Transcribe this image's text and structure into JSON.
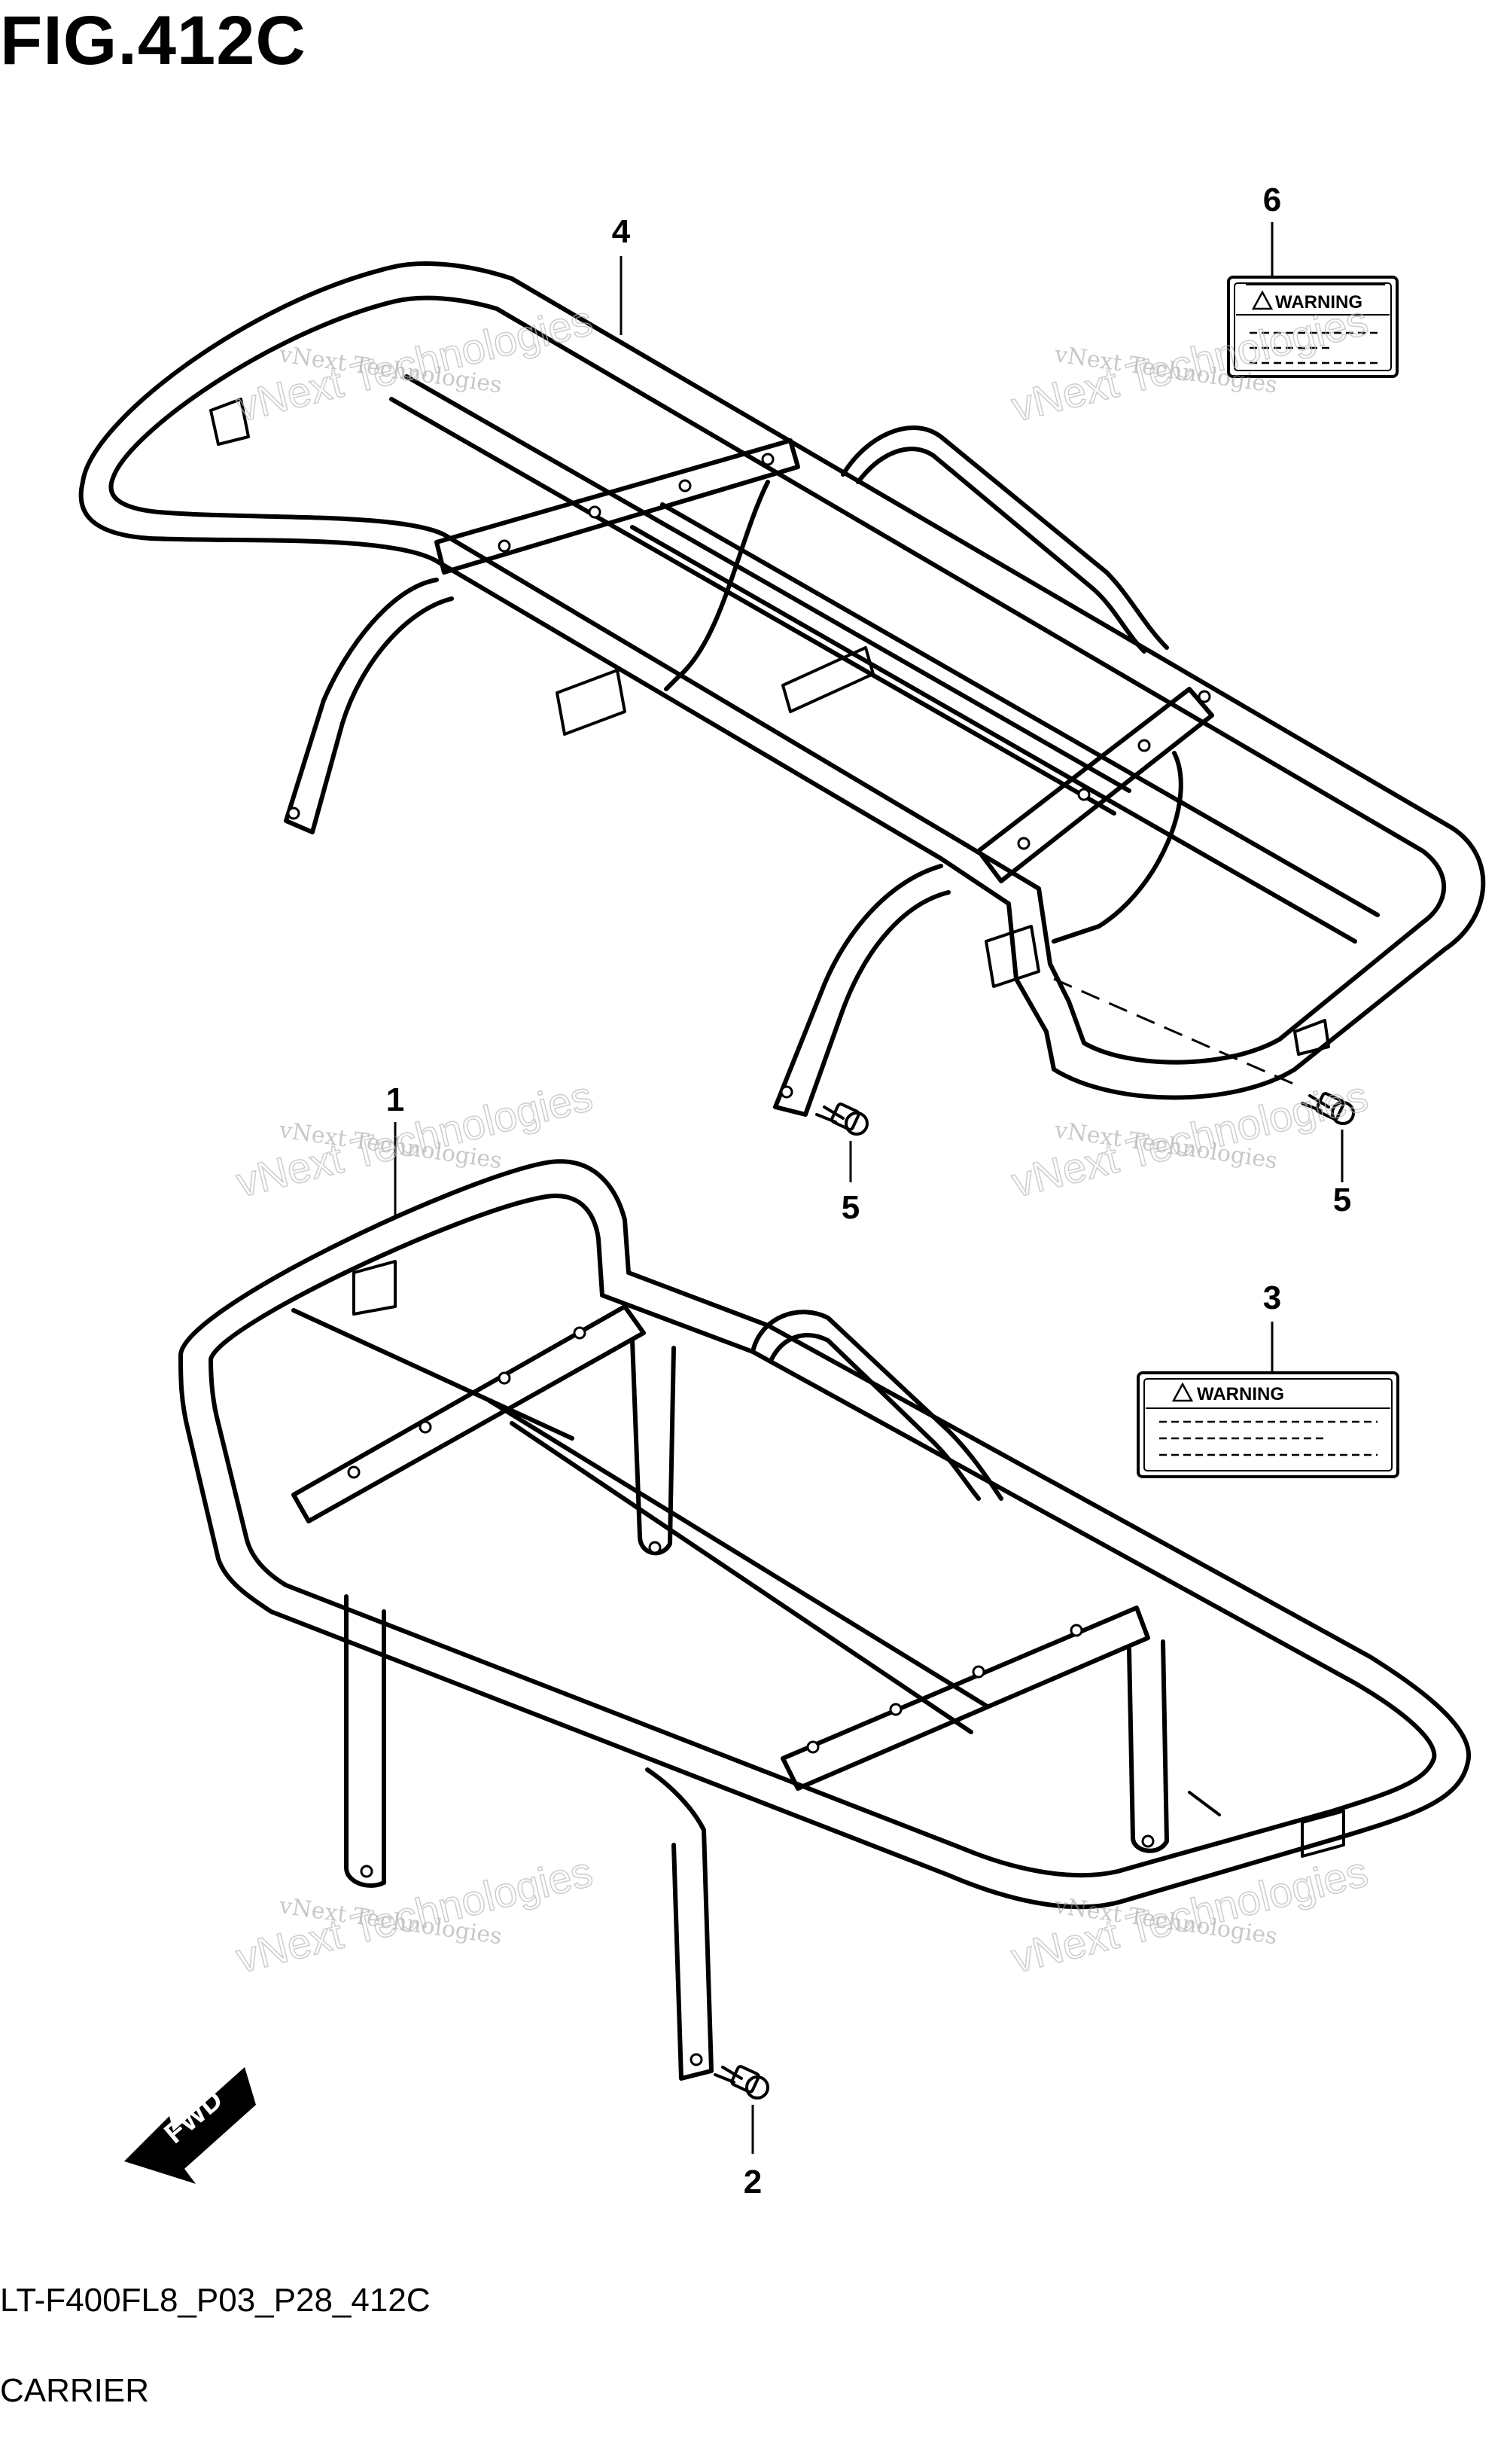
{
  "figure": {
    "title": "FIG.412C",
    "code": "LT-F400FL8_P03_P28_412C",
    "name": "CARRIER"
  },
  "callouts": [
    {
      "id": "1",
      "label": "1"
    },
    {
      "id": "2",
      "label": "2"
    },
    {
      "id": "3",
      "label": "3"
    },
    {
      "id": "4",
      "label": "4"
    },
    {
      "id": "5a",
      "label": "5"
    },
    {
      "id": "5b",
      "label": "5"
    },
    {
      "id": "6",
      "label": "6"
    }
  ],
  "warning_labels": {
    "top": {
      "text": "WARNING"
    },
    "bottom": {
      "text": "WARNING"
    }
  },
  "fwd_arrow": {
    "text": "FWD"
  },
  "watermark": {
    "line1": "vNext Technologies",
    "line2": "vNext Technologies"
  },
  "colors": {
    "ink": "#000000",
    "background": "#ffffff",
    "watermark": "#b0b0b0"
  }
}
